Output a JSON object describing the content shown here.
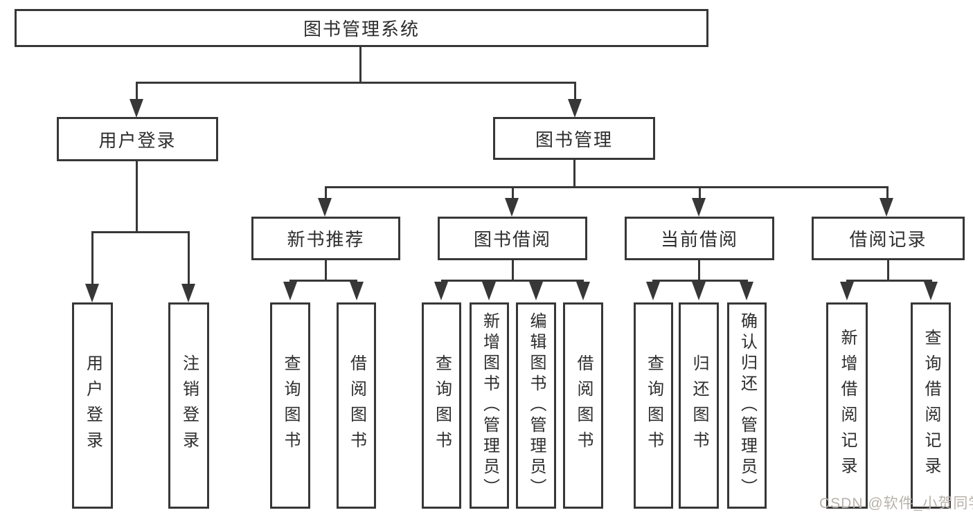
{
  "title": "图书管理系统",
  "level2": {
    "login": "用户登录",
    "management": "图书管理"
  },
  "level3": {
    "new_books": "新书推荐",
    "book_borrow": "图书借阅",
    "current_borrow": "当前借阅",
    "borrow_records": "借阅记录"
  },
  "leaves": {
    "login": [
      "用户登录",
      "注销登录"
    ],
    "new_books": [
      "查询图书",
      "借阅图书"
    ],
    "book_borrow": [
      "查询图书",
      "新增图书（管理员）",
      "编辑图书（管理员）",
      "借阅图书"
    ],
    "current_borrow": [
      "查询图书",
      "归还图书",
      "确认归还（管理员）"
    ],
    "borrow_records": [
      "新增借阅记录",
      "查询借阅记录"
    ]
  },
  "watermark": "CSDN @软件_小贺同学",
  "colors": {
    "line": "#373737",
    "text": "#2d2d2d",
    "background": "#ffffff",
    "watermark": "#b8b1a9"
  }
}
